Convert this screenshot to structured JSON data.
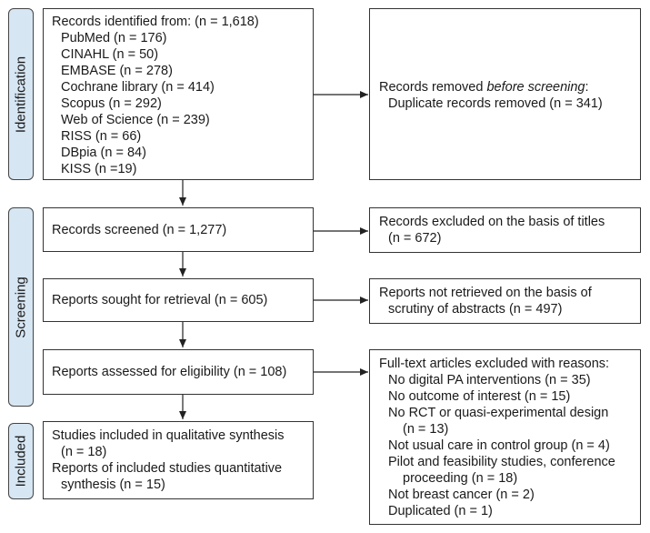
{
  "phases": {
    "identification": "Identification",
    "screening": "Screening",
    "included": "Included"
  },
  "records_identified": {
    "title": "Records identified from: (n = 1,618)",
    "sources": [
      "PubMed (n = 176)",
      "CINAHL (n = 50)",
      "EMBASE (n = 278)",
      "Cochrane library (n = 414)",
      "Scopus (n = 292)",
      "Web of Science (n = 239)",
      "RISS (n = 66)",
      "DBpia (n = 84)",
      "KISS (n =19)"
    ]
  },
  "records_removed": {
    "prefix": "Records removed ",
    "emphasis": "before screening",
    "suffix": ":",
    "detail": "Duplicate records removed (n = 341)"
  },
  "records_screened": "Records screened (n = 1,277)",
  "records_excluded": [
    "Records excluded on the basis of titles",
    "(n = 672)"
  ],
  "reports_sought": "Reports sought for retrieval (n = 605)",
  "reports_not_retrieved": [
    "Reports not retrieved on the basis of",
    "scrutiny of abstracts (n = 497)"
  ],
  "reports_assessed": "Reports assessed for eligibility (n = 108)",
  "fulltext_excluded": {
    "title": "Full-text articles excluded with reasons:",
    "lines": [
      "No digital PA interventions (n = 35)",
      "No outcome of interest (n = 15)",
      "No RCT or quasi-experimental design",
      "(n = 13)",
      "Not usual care in control group (n = 4)",
      "Pilot and feasibility studies, conference",
      "proceeding (n = 18)",
      "Not breast cancer (n = 2)",
      "Duplicated (n = 1)"
    ]
  },
  "studies_included": {
    "lines": [
      "Studies included in qualitative synthesis",
      "(n = 18)",
      "Reports of included studies quantitative",
      "synthesis (n = 15)"
    ]
  }
}
